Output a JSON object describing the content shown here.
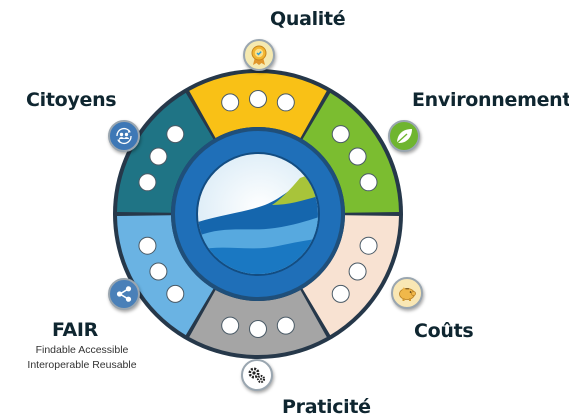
{
  "diagram": {
    "segments": [
      {
        "id": "qualite",
        "label": "Qualité",
        "color": "#f9c116",
        "icon": "award-medal-icon",
        "icon_bg": "#f5e9b0"
      },
      {
        "id": "environnement",
        "label": "Environnement",
        "color": "#7bbd30",
        "icon": "leaf-icon",
        "icon_bg": "#6fb52f"
      },
      {
        "id": "couts",
        "label": "Coûts",
        "color": "#f8e2d2",
        "icon": "piggy-bank-icon",
        "icon_bg": "#f9e7b4"
      },
      {
        "id": "praticite",
        "label": "Praticité",
        "color": "#a5a5a5",
        "icon": "gears-icon",
        "icon_bg": "#ffffff"
      },
      {
        "id": "fair",
        "label": "FAIR",
        "color": "#6ab3e3",
        "icon": "share-icon",
        "icon_bg": "#4a80b8"
      },
      {
        "id": "citoyens",
        "label": "Citoyens",
        "color": "#1f7485",
        "icon": "people-cycle-icon",
        "icon_bg": "#3e78b6"
      }
    ],
    "fair_subtitle": [
      "Findable Accessible",
      "Interoperable Reusable"
    ],
    "ring_color": "#26384a",
    "center_logo": "water-wave-logo",
    "colors": {
      "outer_blue": "#1f6fb8",
      "inner_light": "#e8f3fa",
      "wave_dark": "#1566ad",
      "wave_mid": "#57a9df",
      "wave_green": "#a8c43a"
    }
  }
}
